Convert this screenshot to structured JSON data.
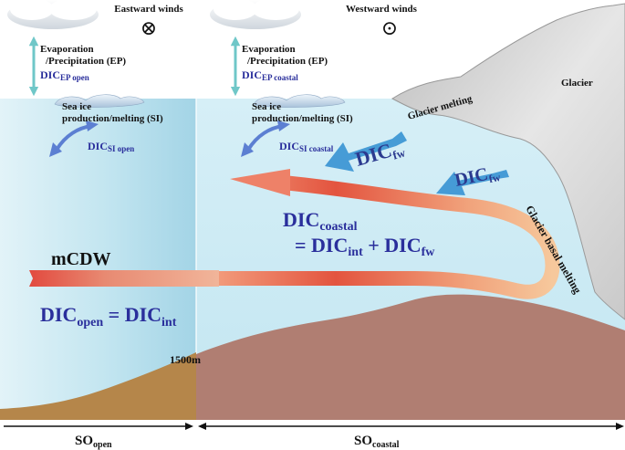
{
  "winds": {
    "eastward": {
      "label": "Eastward winds",
      "symbol": "⊗",
      "icon": "wind-into-page-icon"
    },
    "westward": {
      "label": "Westward winds",
      "symbol": "⊙",
      "icon": "wind-out-of-page-icon"
    }
  },
  "evaporation": {
    "line1": "Evaporation",
    "line2": "/Precipitation (EP)",
    "open_dic": {
      "base": "DIC",
      "sub": "EP open"
    },
    "coastal_dic": {
      "base": "DIC",
      "sub": "EP coastal"
    }
  },
  "sea_ice": {
    "line1": "Sea ice",
    "line2": "production/melting (SI)",
    "open_dic": {
      "base": "DIC",
      "sub": "SI open"
    },
    "coastal_dic": {
      "base": "DIC",
      "sub": "SI coastal"
    }
  },
  "glacier": {
    "label": "Glacier",
    "melting": "Glacier melting",
    "basal_melting": "Glacier basal melting",
    "fw_labels": [
      {
        "base": "DIC",
        "sub": "fw"
      },
      {
        "base": "DIC",
        "sub": "fw"
      }
    ]
  },
  "water_mass": {
    "label": "mCDW"
  },
  "equations": {
    "open": {
      "lhs": "DIC",
      "lhs_sub": "open",
      "eq": " = ",
      "rhs": "DIC",
      "rhs_sub": "int"
    },
    "coastal": {
      "line1": {
        "base": "DIC",
        "sub": "coastal"
      },
      "line2": {
        "eq": "= ",
        "t1": "DIC",
        "t1_sub": "int",
        "plus": " + ",
        "t2": "DIC",
        "t2_sub": "fw"
      }
    }
  },
  "depth_label": "1500m",
  "regions": {
    "open": {
      "base": "SO",
      "sub": "open"
    },
    "coastal": {
      "base": "SO",
      "sub": "coastal"
    }
  },
  "colors": {
    "ocean_light": "#d2ecf4",
    "ocean_mid": "#aedbea",
    "seabed_coastal": "#b07e72",
    "seabed_open": "#b5864a",
    "glacier": "#d6d6d6",
    "arrow_blue": "#3e97d4",
    "si_arrow": "#5c7fd2",
    "ep_arrow": "#6fc7c8",
    "text_blue": "#2a2f9c"
  }
}
